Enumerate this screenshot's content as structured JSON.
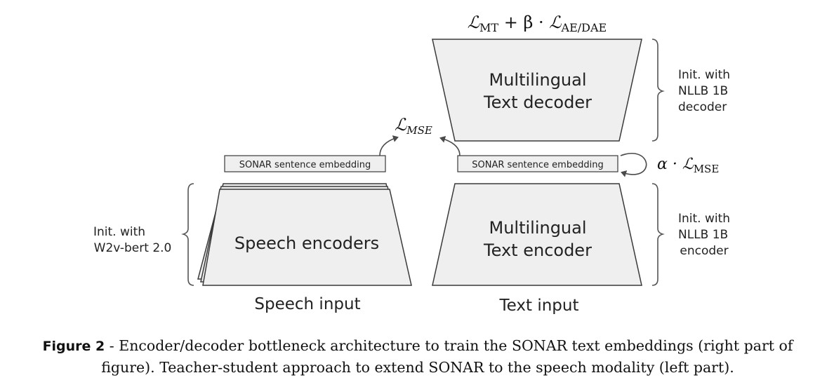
{
  "figure": {
    "decoder_label_line1": "Multilingual",
    "decoder_label_line2": "Text decoder",
    "encoder_label_line1": "Multilingual",
    "encoder_label_line2": "Text encoder",
    "speech_encoder_label": "Speech encoders",
    "speech_embedding_label": "SONAR sentence embedding",
    "text_embedding_label": "SONAR sentence embedding",
    "decoder_init": [
      "Init. with",
      "NLLB 1B",
      "decoder"
    ],
    "encoder_init": [
      "Init. with",
      "NLLB 1B",
      "encoder"
    ],
    "speech_init": [
      "Init. with",
      "W2v-bert 2.0"
    ],
    "speech_input_label": "Speech input",
    "text_input_label": "Text input",
    "loss_top": {
      "L": "ℒ",
      "sub1": "MT",
      "op": " + β · ",
      "L2": "ℒ",
      "sub2": "AE/DAE"
    },
    "loss_mse_center": {
      "L": "ℒ",
      "sub": "MSE"
    },
    "loss_mse_right": {
      "prefix": "α · ",
      "L": "ℒ",
      "sub": "MSE"
    }
  },
  "caption": {
    "label": "Figure 2",
    "text": " - Encoder/decoder bottleneck architecture to train the SONAR text embeddings (right part of figure). Teacher-student approach to extend SONAR to the speech modality (left part)."
  }
}
